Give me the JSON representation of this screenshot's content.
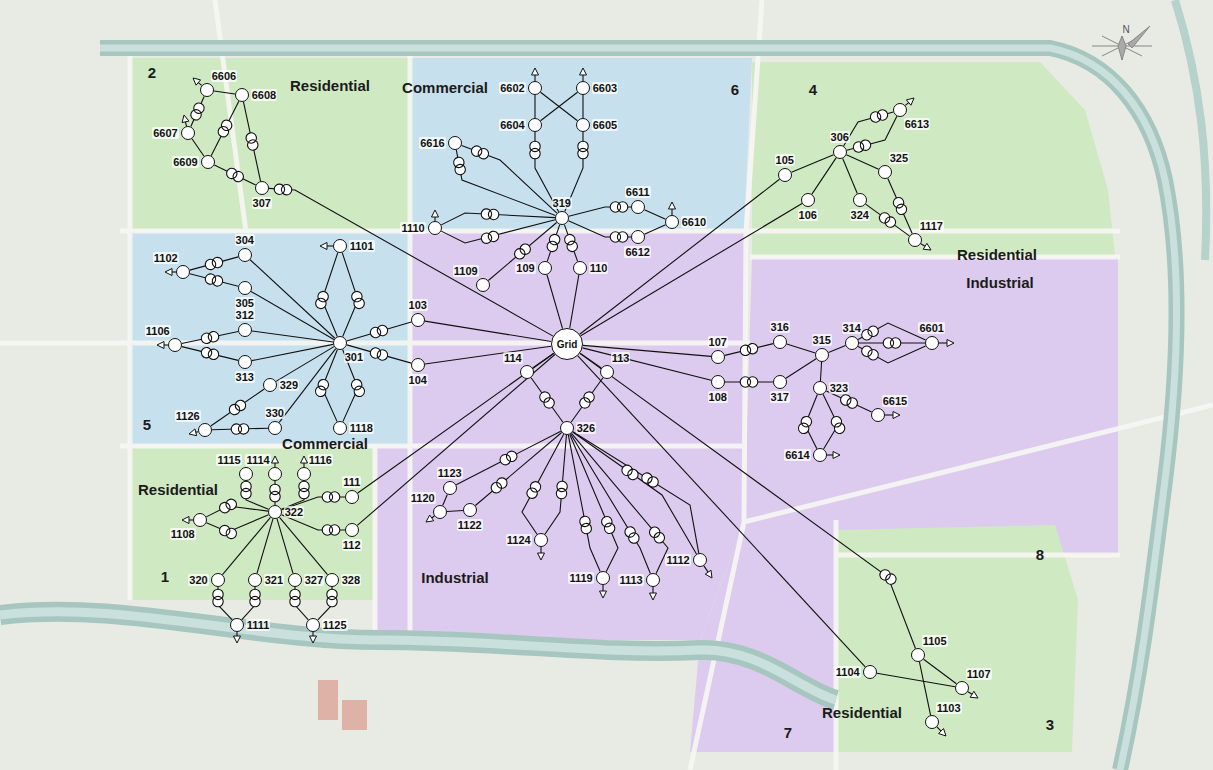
{
  "diagram": {
    "nodes": [
      {
        "text": [
          "6606"
        ]
      },
      {
        "text": [
          "6608"
        ]
      },
      {
        "text": [
          "6607"
        ]
      },
      {
        "text": [
          "6609"
        ]
      },
      {
        "text": [
          "307"
        ]
      },
      {
        "text": [
          "6602"
        ]
      },
      {
        "text": [
          "6603"
        ]
      },
      {
        "text": [
          "6604"
        ]
      },
      {
        "text": [
          "6605"
        ]
      },
      {
        "text": [
          "6616"
        ]
      },
      {
        "text": [
          "319"
        ]
      },
      {
        "text": [
          "6611"
        ]
      },
      {
        "text": [
          "6610"
        ]
      },
      {
        "text": [
          "6612"
        ]
      },
      {
        "text": [
          "1110"
        ]
      },
      {
        "text": [
          "1109"
        ]
      },
      {
        "text": [
          "109"
        ]
      },
      {
        "text": [
          "110"
        ]
      },
      {
        "text": [
          "105"
        ]
      },
      {
        "text": [
          "106"
        ]
      },
      {
        "text": [
          "306"
        ]
      },
      {
        "text": [
          "6613"
        ]
      },
      {
        "text": [
          "325"
        ]
      },
      {
        "text": [
          "324"
        ]
      },
      {
        "text": [
          "1117"
        ]
      },
      {
        "text": [
          "304"
        ]
      },
      {
        "text": [
          "305"
        ]
      },
      {
        "text": [
          "1102"
        ]
      },
      {
        "text": [
          "1101"
        ]
      },
      {
        "text": [
          "103"
        ]
      },
      {
        "text": [
          "104"
        ]
      },
      {
        "text": [
          "301"
        ]
      },
      {
        "text": [
          "1106"
        ]
      },
      {
        "text": [
          "312"
        ]
      },
      {
        "text": [
          "313"
        ]
      },
      {
        "text": [
          "329"
        ]
      },
      {
        "text": [
          "330"
        ]
      },
      {
        "text": [
          "1126"
        ]
      },
      {
        "text": [
          "1118"
        ]
      },
      {
        "text": [
          "Grid"
        ]
      },
      {
        "text": [
          "107"
        ]
      },
      {
        "text": [
          "108"
        ]
      },
      {
        "text": [
          "316"
        ]
      },
      {
        "text": [
          "317"
        ]
      },
      {
        "text": [
          "315"
        ]
      },
      {
        "text": [
          "314"
        ]
      },
      {
        "text": [
          "6601"
        ]
      },
      {
        "text": [
          "323"
        ]
      },
      {
        "text": [
          "6615"
        ]
      },
      {
        "text": [
          "6614"
        ]
      },
      {
        "text": [
          "114"
        ]
      },
      {
        "text": [
          "113"
        ]
      },
      {
        "text": [
          "326"
        ]
      },
      {
        "text": [
          "1115"
        ]
      },
      {
        "text": [
          "1114"
        ]
      },
      {
        "text": [
          "1116"
        ]
      },
      {
        "text": [
          "111"
        ]
      },
      {
        "text": [
          "112"
        ]
      },
      {
        "text": [
          "1108"
        ]
      },
      {
        "text": [
          "322"
        ]
      },
      {
        "text": [
          "1123"
        ]
      },
      {
        "text": [
          "1122"
        ]
      },
      {
        "text": [
          "1120"
        ]
      },
      {
        "text": [
          "1124"
        ]
      },
      {
        "text": [
          "1119"
        ]
      },
      {
        "text": [
          "1113"
        ]
      },
      {
        "text": [
          "1112"
        ]
      },
      {
        "text": [
          "320"
        ]
      },
      {
        "text": [
          "321"
        ]
      },
      {
        "text": [
          "327"
        ]
      },
      {
        "text": [
          "328"
        ]
      },
      {
        "text": [
          "1111"
        ]
      },
      {
        "text": [
          "1125"
        ]
      },
      {
        "text": [
          "1105"
        ]
      },
      {
        "text": [
          "1104"
        ]
      },
      {
        "text": [
          "1107"
        ]
      },
      {
        "text": [
          "1103"
        ]
      }
    ],
    "edges": [
      {
        "from": 0,
        "to": 1,
        "arrow": "none"
      },
      {
        "from": 0,
        "to": 2,
        "arrow": "none"
      },
      {
        "from": 1,
        "to": 3,
        "arrow": "none"
      },
      {
        "from": 2,
        "to": 3,
        "arrow": "none"
      },
      {
        "from": 3,
        "to": 4,
        "arrow": "none"
      },
      {
        "from": 1,
        "to": 4,
        "arrow": "none"
      },
      {
        "from": 39,
        "to": 4,
        "arrow": "none"
      },
      {
        "from": 5,
        "to": 7,
        "arrow": "none"
      },
      {
        "from": 6,
        "to": 8,
        "arrow": "none"
      },
      {
        "from": 5,
        "to": 8,
        "arrow": "none"
      },
      {
        "from": 6,
        "to": 7,
        "arrow": "none"
      },
      {
        "from": 7,
        "to": 10,
        "arrow": "none"
      },
      {
        "from": 8,
        "to": 10,
        "arrow": "none"
      },
      {
        "from": 9,
        "to": 10,
        "arrow": "none"
      },
      {
        "from": 9,
        "to": 10,
        "arrow": "none"
      },
      {
        "from": 14,
        "to": 10,
        "arrow": "none"
      },
      {
        "from": 14,
        "to": 10,
        "arrow": "none"
      },
      {
        "from": 15,
        "to": 10,
        "arrow": "none"
      },
      {
        "from": 10,
        "to": 11,
        "arrow": "none"
      },
      {
        "from": 10,
        "to": 13,
        "arrow": "none"
      },
      {
        "from": 11,
        "to": 12,
        "arrow": "none"
      },
      {
        "from": 13,
        "to": 12,
        "arrow": "none"
      },
      {
        "from": 10,
        "to": 16,
        "arrow": "none"
      },
      {
        "from": 10,
        "to": 17,
        "arrow": "none"
      },
      {
        "from": 16,
        "to": 39,
        "arrow": "none"
      },
      {
        "from": 17,
        "to": 39,
        "arrow": "none"
      },
      {
        "from": 39,
        "to": 18,
        "arrow": "none"
      },
      {
        "from": 39,
        "to": 19,
        "arrow": "none"
      },
      {
        "from": 18,
        "to": 20,
        "arrow": "none"
      },
      {
        "from": 19,
        "to": 20,
        "arrow": "none"
      },
      {
        "from": 20,
        "to": 21,
        "arrow": "none"
      },
      {
        "from": 20,
        "to": 21,
        "arrow": "none"
      },
      {
        "from": 20,
        "to": 22,
        "arrow": "none"
      },
      {
        "from": 20,
        "to": 23,
        "arrow": "none"
      },
      {
        "from": 22,
        "to": 24,
        "arrow": "none"
      },
      {
        "from": 23,
        "to": 24,
        "arrow": "none"
      },
      {
        "from": 27,
        "to": 25,
        "arrow": "none"
      },
      {
        "from": 27,
        "to": 26,
        "arrow": "none"
      },
      {
        "from": 25,
        "to": 31,
        "arrow": "none"
      },
      {
        "from": 26,
        "to": 31,
        "arrow": "none"
      },
      {
        "from": 28,
        "to": 31,
        "arrow": "none"
      },
      {
        "from": 28,
        "to": 31,
        "arrow": "none"
      },
      {
        "from": 31,
        "to": 29,
        "arrow": "none"
      },
      {
        "from": 31,
        "to": 30,
        "arrow": "none"
      },
      {
        "from": 29,
        "to": 39,
        "arrow": "none"
      },
      {
        "from": 30,
        "to": 39,
        "arrow": "none"
      },
      {
        "from": 32,
        "to": 33,
        "arrow": "none"
      },
      {
        "from": 32,
        "to": 34,
        "arrow": "none"
      },
      {
        "from": 33,
        "to": 31,
        "arrow": "none"
      },
      {
        "from": 34,
        "to": 31,
        "arrow": "none"
      },
      {
        "from": 37,
        "to": 35,
        "arrow": "none"
      },
      {
        "from": 37,
        "to": 36,
        "arrow": "none"
      },
      {
        "from": 35,
        "to": 31,
        "arrow": "none"
      },
      {
        "from": 36,
        "to": 31,
        "arrow": "none"
      },
      {
        "from": 31,
        "to": 38,
        "arrow": "none"
      },
      {
        "from": 31,
        "to": 38,
        "arrow": "none"
      },
      {
        "from": 39,
        "to": 40,
        "arrow": "none"
      },
      {
        "from": 39,
        "to": 41,
        "arrow": "none"
      },
      {
        "from": 40,
        "to": 42,
        "arrow": "none"
      },
      {
        "from": 41,
        "to": 43,
        "arrow": "none"
      },
      {
        "from": 42,
        "to": 44,
        "arrow": "none"
      },
      {
        "from": 43,
        "to": 44,
        "arrow": "none"
      },
      {
        "from": 44,
        "to": 45,
        "arrow": "none"
      },
      {
        "from": 45,
        "to": 46,
        "arrow": "none"
      },
      {
        "from": 45,
        "to": 46,
        "arrow": "none"
      },
      {
        "from": 45,
        "to": 46,
        "arrow": "none"
      },
      {
        "from": 44,
        "to": 47,
        "arrow": "none"
      },
      {
        "from": 47,
        "to": 48,
        "arrow": "none"
      },
      {
        "from": 47,
        "to": 49,
        "arrow": "none"
      },
      {
        "from": 47,
        "to": 49,
        "arrow": "none"
      },
      {
        "from": 39,
        "to": 50,
        "arrow": "none"
      },
      {
        "from": 39,
        "to": 51,
        "arrow": "none"
      },
      {
        "from": 50,
        "to": 52,
        "arrow": "none"
      },
      {
        "from": 51,
        "to": 52,
        "arrow": "none"
      },
      {
        "from": 53,
        "to": 59,
        "arrow": "none"
      },
      {
        "from": 54,
        "to": 59,
        "arrow": "none"
      },
      {
        "from": 55,
        "to": 59,
        "arrow": "none"
      },
      {
        "from": 59,
        "to": 56,
        "arrow": "none"
      },
      {
        "from": 59,
        "to": 57,
        "arrow": "none"
      },
      {
        "from": 56,
        "to": 39,
        "arrow": "none"
      },
      {
        "from": 57,
        "to": 39,
        "arrow": "none"
      },
      {
        "from": 58,
        "to": 59,
        "arrow": "none"
      },
      {
        "from": 58,
        "to": 59,
        "arrow": "none"
      },
      {
        "from": 59,
        "to": 67,
        "arrow": "none"
      },
      {
        "from": 59,
        "to": 68,
        "arrow": "none"
      },
      {
        "from": 59,
        "to": 69,
        "arrow": "none"
      },
      {
        "from": 59,
        "to": 70,
        "arrow": "none"
      },
      {
        "from": 67,
        "to": 71,
        "arrow": "none"
      },
      {
        "from": 68,
        "to": 71,
        "arrow": "none"
      },
      {
        "from": 69,
        "to": 72,
        "arrow": "none"
      },
      {
        "from": 70,
        "to": 72,
        "arrow": "none"
      },
      {
        "from": 52,
        "to": 60,
        "arrow": "none"
      },
      {
        "from": 52,
        "to": 61,
        "arrow": "none"
      },
      {
        "from": 60,
        "to": 62,
        "arrow": "none"
      },
      {
        "from": 61,
        "to": 62,
        "arrow": "none"
      },
      {
        "from": 52,
        "to": 63,
        "arrow": "none"
      },
      {
        "from": 52,
        "to": 63,
        "arrow": "none"
      },
      {
        "from": 52,
        "to": 64,
        "arrow": "none"
      },
      {
        "from": 52,
        "to": 64,
        "arrow": "none"
      },
      {
        "from": 52,
        "to": 65,
        "arrow": "none"
      },
      {
        "from": 52,
        "to": 65,
        "arrow": "none"
      },
      {
        "from": 52,
        "to": 66,
        "arrow": "none"
      },
      {
        "from": 52,
        "to": 66,
        "arrow": "none"
      },
      {
        "from": 39,
        "to": 74,
        "arrow": "none"
      },
      {
        "from": 39,
        "to": 73,
        "arrow": "none"
      },
      {
        "from": 74,
        "to": 75,
        "arrow": "none"
      },
      {
        "from": 73,
        "to": 75,
        "arrow": "none"
      },
      {
        "from": 73,
        "to": 76,
        "arrow": "none"
      }
    ],
    "labels": [
      "Residential",
      "Commercial",
      "6",
      "2",
      "4",
      "Residential",
      "Industrial",
      "5",
      "Commercial",
      "Residential",
      "1",
      "Industrial",
      "7",
      "8",
      "Residential",
      "3",
      "N"
    ]
  }
}
